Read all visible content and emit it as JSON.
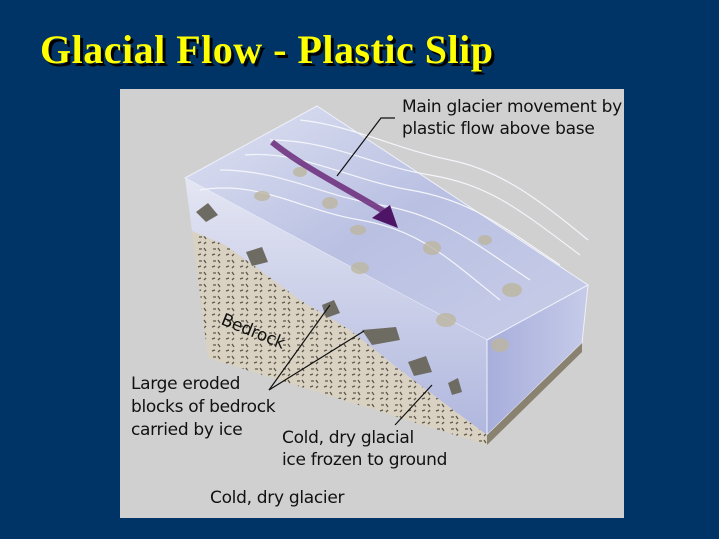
{
  "slide": {
    "title": "Glacial Flow - Plastic Slip"
  },
  "diagram": {
    "labels": {
      "movement_line1": "Main glacier movement by",
      "movement_line2": "plastic flow above base",
      "bedrock": "Bedrock",
      "blocks_line1": "Large eroded",
      "blocks_line2": "blocks of bedrock",
      "blocks_line3": "carried by ice",
      "frozen_line1": "Cold, dry glacial",
      "frozen_line2": "ice frozen to ground",
      "caption": "Cold, dry glacier"
    },
    "colors": {
      "background": "#003366",
      "title": "#ffff00",
      "panel": "#d0d0d0",
      "ice": "#b8bedf",
      "arrow": "#5a1a6a",
      "bedrock": "#d8d0c0"
    }
  }
}
